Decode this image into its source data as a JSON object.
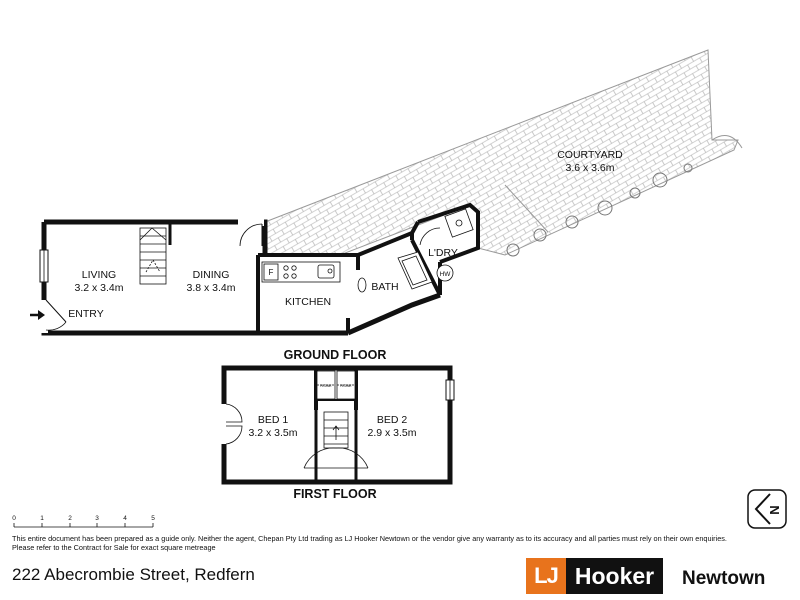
{
  "floors": {
    "ground": "GROUND FLOOR",
    "first": "FIRST FLOOR"
  },
  "rooms": {
    "living": {
      "name": "LIVING",
      "size": "3.2 x 3.4m"
    },
    "dining": {
      "name": "DINING",
      "size": "3.8 x 3.4m"
    },
    "kitchen": {
      "name": "KITCHEN"
    },
    "bath": {
      "name": "BATH"
    },
    "laundry": {
      "name": "L'DRY"
    },
    "entry": {
      "name": "ENTRY"
    },
    "courtyard": {
      "name": "COURTYARD",
      "size": "3.6 x 3.6m"
    },
    "bed1": {
      "name": "BED 1",
      "size": "3.2 x 3.5m"
    },
    "bed2": {
      "name": "BED 2",
      "size": "2.9 x 3.5m"
    }
  },
  "fixtures": {
    "fridge": "F",
    "hot_water": "HW",
    "robe": "ROBE"
  },
  "scale": {
    "ticks": [
      "0",
      "1",
      "2",
      "3",
      "4",
      "5"
    ]
  },
  "compass": {
    "letter": "N"
  },
  "disclaimer": {
    "line1": "This entire document has been prepared as a guide only. Neither the agent, Chepan Pty Ltd trading as LJ Hooker Newtown or the vendor give any warranty as to its accuracy and all parties must rely on their own enquiries.",
    "line2": "Please refer to the Contract for Sale for exact square metreage"
  },
  "address": "222 Abecrombie Street, Redfern",
  "brand": {
    "lj": "LJ",
    "name": "Hooker",
    "office": "Newtown"
  },
  "colors": {
    "brand_orange": "#e8731c",
    "brand_black": "#111111",
    "wall": "#111111",
    "paving": "#999999"
  }
}
